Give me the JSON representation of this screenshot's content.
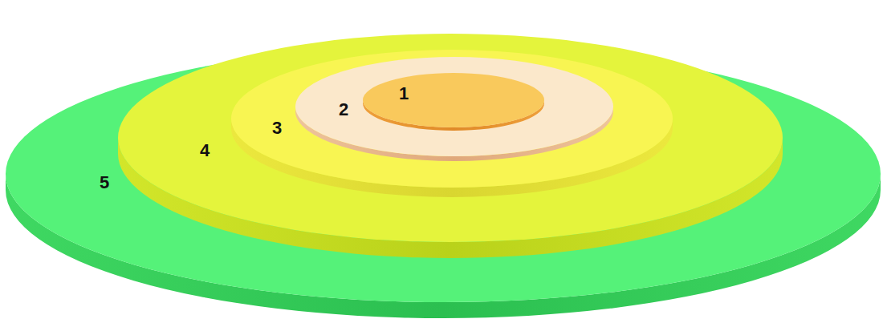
{
  "diagram": {
    "nodes": [
      {
        "text": [
          "5"
        ]
      },
      {
        "text": [
          "4"
        ],
        "in": 0
      },
      {
        "text": [
          "3"
        ],
        "in": 1
      },
      {
        "text": [
          "2"
        ],
        "in": 2
      },
      {
        "text": [
          "1"
        ],
        "in": 3
      }
    ]
  }
}
